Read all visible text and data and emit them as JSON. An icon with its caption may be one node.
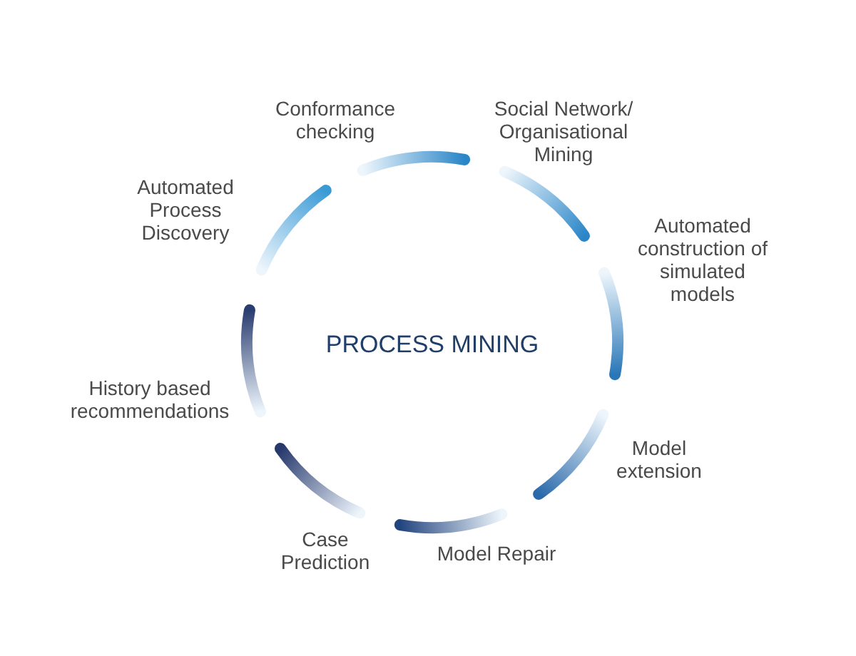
{
  "diagram": {
    "title": "PROCESS MINING",
    "labels": [
      "Conformance checking",
      "Social Network/ Organisational Mining",
      "Automated Process Discovery",
      "Automated construction of simulated models",
      "Model extension",
      "Model Repair",
      "Case Prediction",
      "History based recommendations"
    ]
  }
}
